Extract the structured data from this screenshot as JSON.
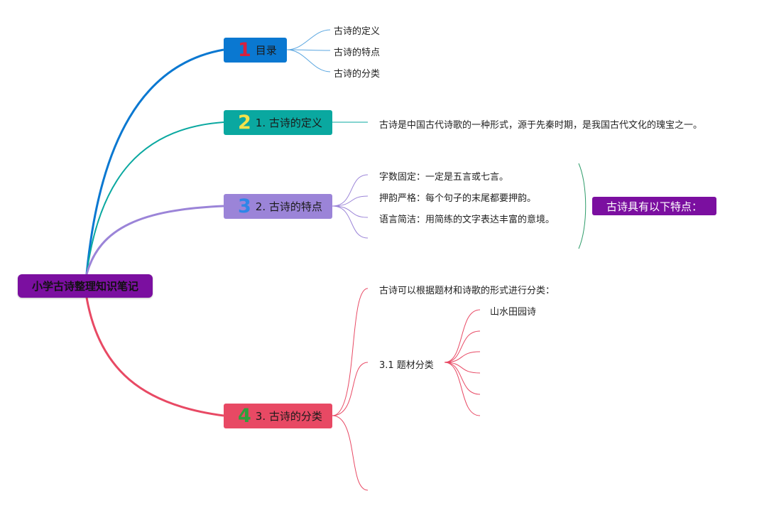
{
  "root": {
    "label": "小学古诗整理知识笔记"
  },
  "colors": {
    "blue": "#0a78d1",
    "teal": "#0aa8a0",
    "purple": "#9b84d8",
    "red": "#e84964",
    "root": "#7b0fa0"
  },
  "branches": [
    {
      "num": "1",
      "label": "目录",
      "color": "#0a78d1",
      "num_color": "#d8203e",
      "children": [
        "古诗的定义",
        "古诗的特点",
        "古诗的分类"
      ]
    },
    {
      "num": "2",
      "label": "1. 古诗的定义",
      "color": "#0aa8a0",
      "num_color": "#f2e24a",
      "children": [
        "古诗是中国古代诗歌的一种形式，源于先秦时期，是我国古代文化的瑰宝之一。"
      ]
    },
    {
      "num": "3",
      "label": "2. 古诗的特点",
      "color": "#9b84d8",
      "num_color": "#2e86e8",
      "children": [
        "字数固定：一定是五言或七言。",
        "押韵严格：每个句子的末尾都要押韵。",
        "语言简洁：用简练的文字表达丰富的意境。"
      ],
      "summary": "古诗具有以下特点："
    },
    {
      "num": "4",
      "label": "3. 古诗的分类",
      "color": "#e84964",
      "num_color": "#2ea03c",
      "children": [
        "古诗可以根据题材和诗歌的形式进行分类：",
        "3.1 题材分类"
      ],
      "sub": [
        "山水田园诗"
      ]
    }
  ]
}
